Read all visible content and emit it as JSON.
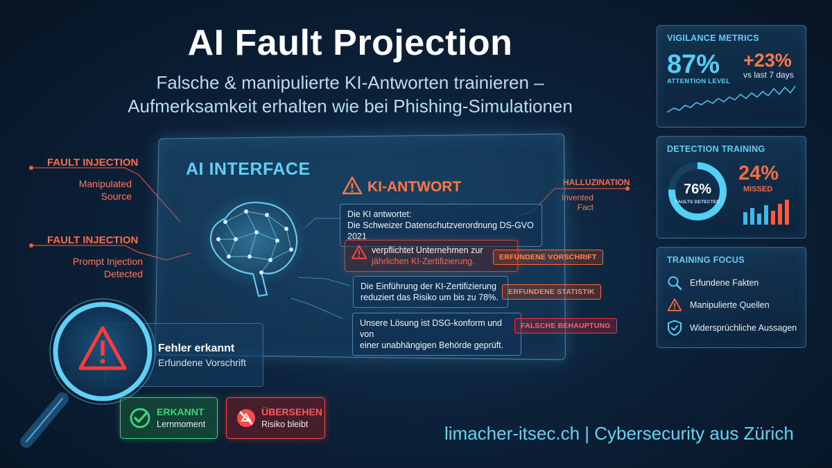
{
  "header": {
    "title": "AI Fault Projection",
    "subtitle_line1": "Falsche & manipulierte KI-Antworten trainieren –",
    "subtitle_line2": "Aufmerksamkeit erhalten wie bei Phishing-Simulationen"
  },
  "faults": {
    "manipulated": {
      "title": "FAULT INJECTION",
      "line1": "Manipulated",
      "line2": "Source"
    },
    "prompt": {
      "title": "FAULT INJECTION",
      "line1": "Prompt Injection",
      "line2": "Detected"
    },
    "hallucination": {
      "title": "HALLUZINATION",
      "line1": "Invented",
      "line2": "Fact"
    }
  },
  "ai_interface": {
    "title": "AI INTERFACE",
    "response_title": "KI-ANTWORT",
    "response_intro_line1": "Die KI antwortet:",
    "response_intro_line2": "Die Schweizer Datenschutzverordnung DS-GVO 2021",
    "claim1_line1": "verpflichtet Unternehmen zur",
    "claim1_line2": "jährlichen KI-Zertifizierung.",
    "claim1_tag": "ERFUNDENE VORSCHRIFT",
    "claim2_line1": "Die Einführung der KI-Zertifizierung",
    "claim2_line2": "reduziert das Risiko um bis zu 78%.",
    "claim2_tag": "ERFUNDENE STATISTIK",
    "claim3_line1": "Unsere Lösung ist DSG-konform und von",
    "claim3_line2": "einer unabhängigen Behörde geprüft.",
    "claim3_tag": "FALSCHE BEHAUPTUNG"
  },
  "error_card": {
    "title": "Fehler erkannt",
    "subtitle": "Erfundene Vorschrift"
  },
  "status": {
    "detected_label": "ERKANNT",
    "detected_sub": "Lernmoment",
    "missed_label": "ÜBERSEHEN",
    "missed_sub": "Risiko bleibt"
  },
  "vigilance": {
    "heading": "VIGILANCE METRICS",
    "attention_value": "87%",
    "attention_label": "ATTENTION LEVEL",
    "change_value": "+23%",
    "change_label": "vs last 7 days"
  },
  "detection": {
    "heading": "DETECTION TRAINING",
    "detected_value": "76%",
    "detected_fraction": 0.76,
    "detected_label": "FAULTS DETECTED",
    "missed_value": "24%",
    "missed_label": "MISSED"
  },
  "training_focus": {
    "heading": "TRAINING FOCUS",
    "items": [
      "Erfundene Fakten",
      "Manipulierte Quellen",
      "Widersprüchliche Aussagen"
    ]
  },
  "footer": "limacher-itsec.ch | Cybersecurity aus Zürich",
  "colors": {
    "accent_cyan": "#52d0f6",
    "alert_orange": "#ff6a3e",
    "alert_red": "#ff3344",
    "success_green": "#3cd476",
    "background": "#0c2139"
  },
  "icons": [
    "warning-icon",
    "brain-network-icon",
    "magnifier-icon",
    "check-icon",
    "blocked-icon",
    "search-icon",
    "shield-check-icon",
    "sparkline-chart",
    "bar-chart"
  ]
}
